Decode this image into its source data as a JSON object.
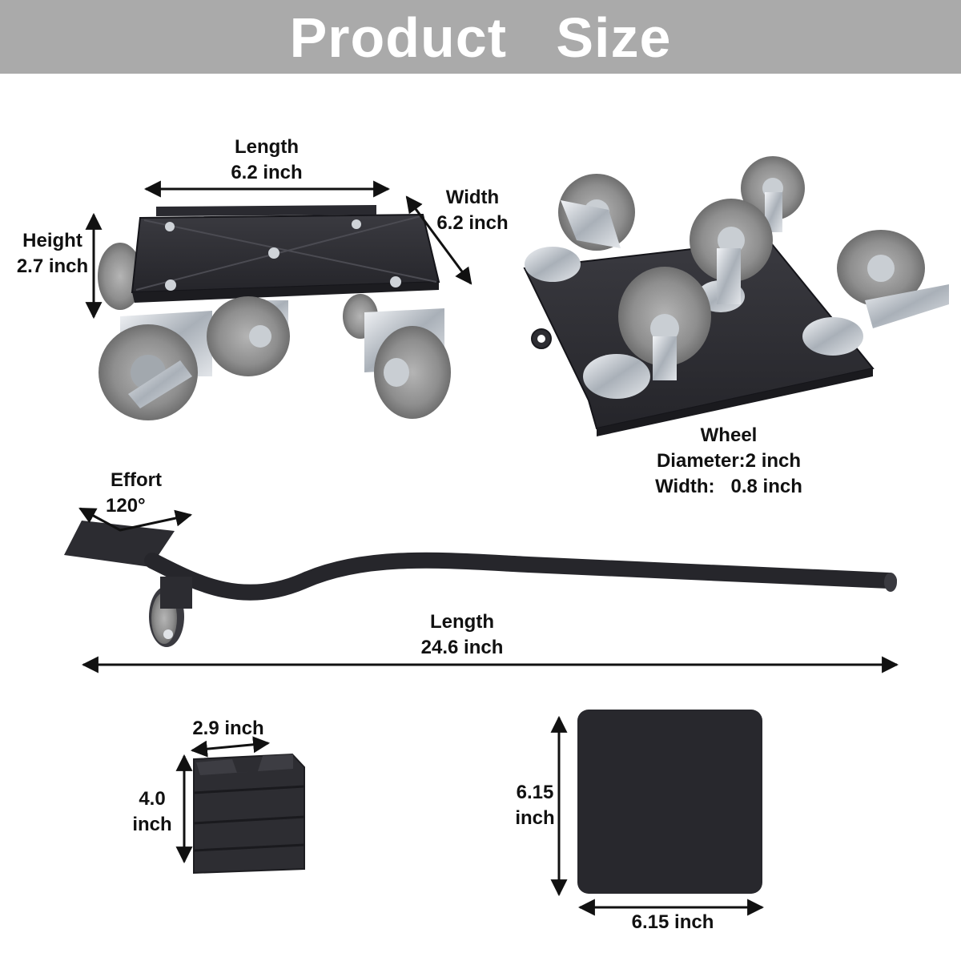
{
  "banner": {
    "title": "Product   Size",
    "color": "#aaaaaa"
  },
  "dolly": {
    "length": {
      "label": "Length",
      "value": "6.2 inch"
    },
    "width": {
      "label": "Width",
      "value": "6.2 inch"
    },
    "height": {
      "label": "Height",
      "value": "2.7 inch"
    }
  },
  "wheel": {
    "title": "Wheel",
    "diameter": "Diameter:2 inch",
    "width": "Width:   0.8 inch"
  },
  "lever": {
    "effort": {
      "label": "Effort",
      "value": "120°"
    },
    "length": {
      "label": "Length",
      "value": "24.6 inch"
    }
  },
  "block": {
    "width": "2.9 inch",
    "height_value": "4.0",
    "height_unit": "inch"
  },
  "pad": {
    "height_value": "6.15",
    "height_unit": "inch",
    "width": "6.15 inch"
  }
}
